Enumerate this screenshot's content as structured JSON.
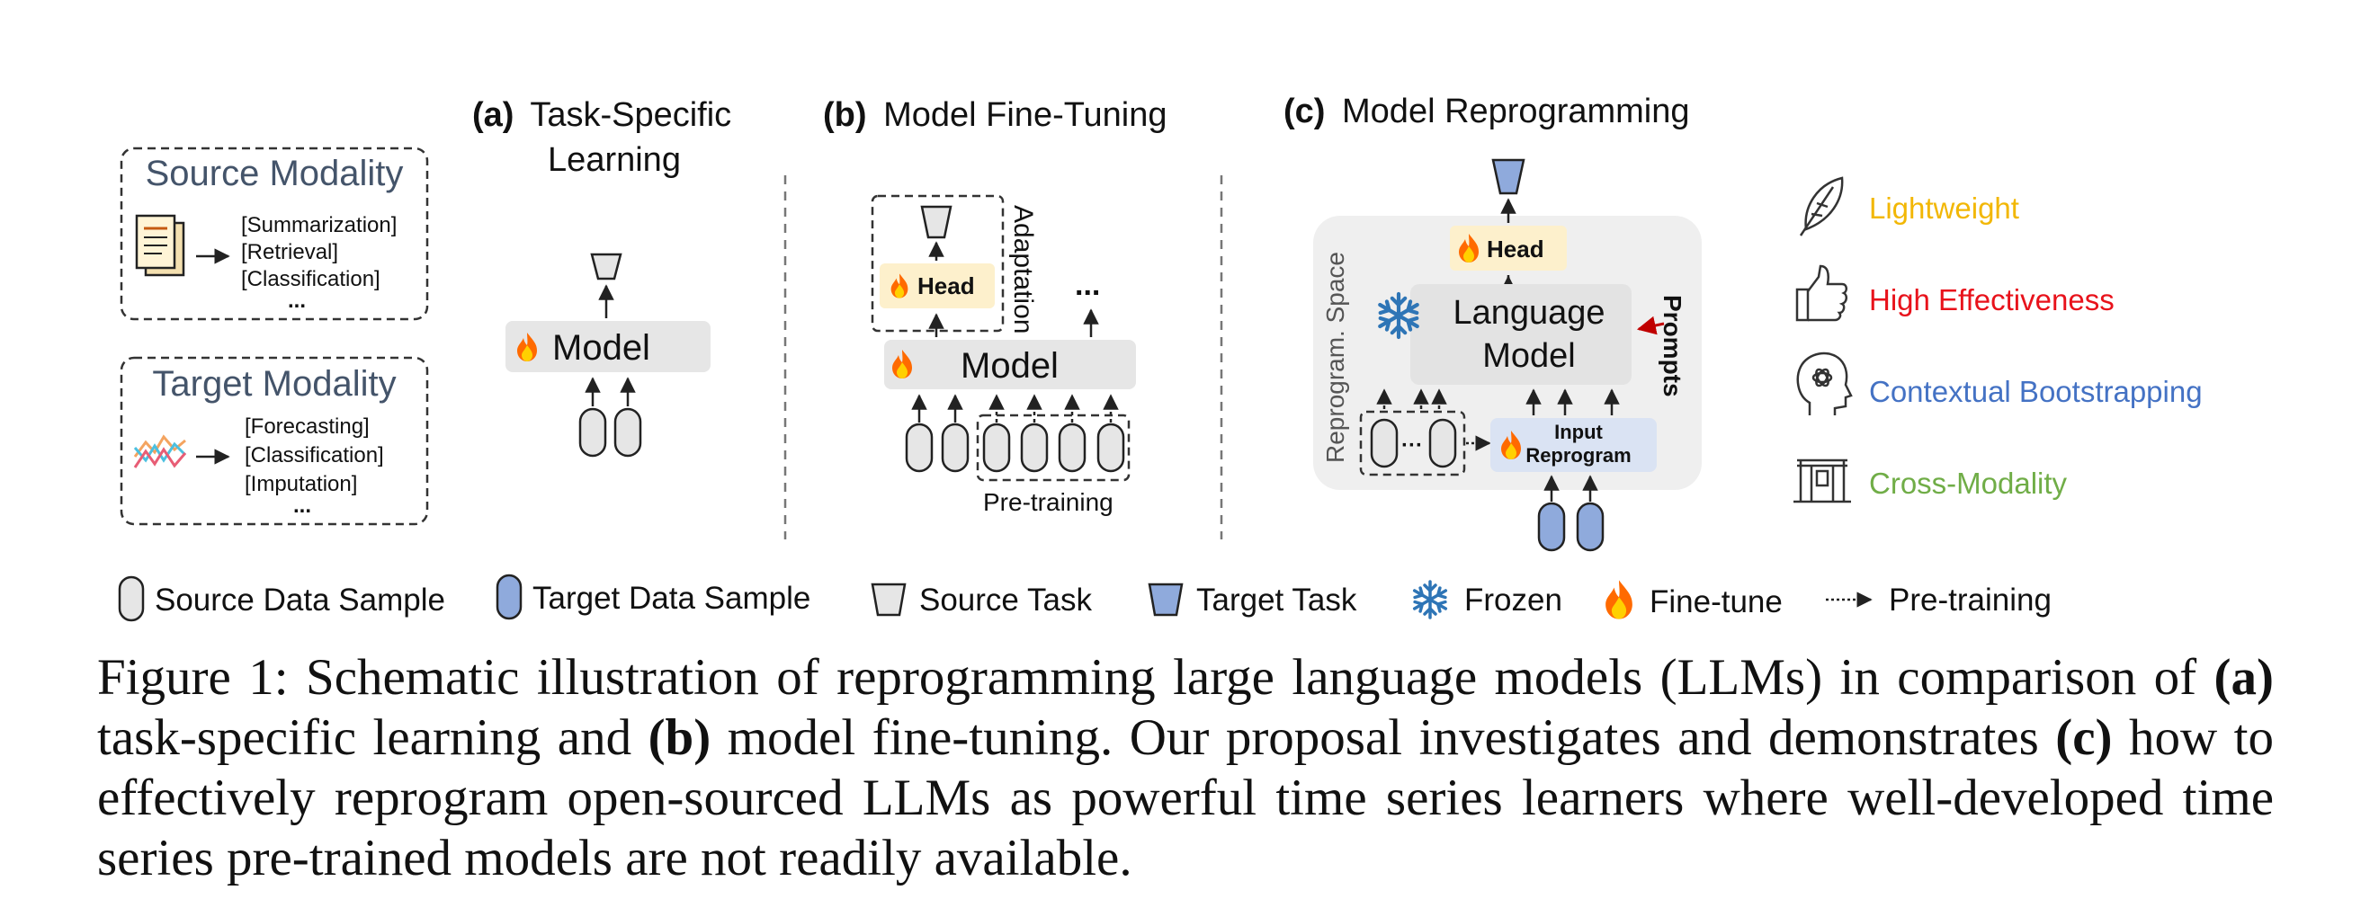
{
  "panels": {
    "modality": {
      "source_title": "Source Modality",
      "source_tasks": [
        "[Summarization]",
        "[Retrieval]",
        "[Classification]",
        "..."
      ],
      "target_title": "Target Modality",
      "target_tasks": [
        "[Forecasting]",
        "[Classification]",
        "[Imputation]",
        "..."
      ]
    },
    "a": {
      "letter": "(a)",
      "title_line1": "Task-Specific",
      "title_line2": "Learning",
      "model_label": "Model"
    },
    "b": {
      "letter": "(b)",
      "title": "Model Fine-Tuning",
      "head_label": "Head",
      "adaptation_label": "Adaptation",
      "model_label": "Model",
      "dots": "...",
      "pretraining_label": "Pre-training"
    },
    "c": {
      "letter": "(c)",
      "title": "Model Reprogramming",
      "head_label": "Head",
      "lm_line1": "Language",
      "lm_line2": "Model",
      "prompts_label": "Prompts",
      "space_label": "Reprogram. Space",
      "input_line1": "Input",
      "input_line2": "Reprogram"
    }
  },
  "properties": [
    {
      "icon": "feather-icon",
      "label": "Lightweight",
      "color": "#f2b705"
    },
    {
      "icon": "thumbs-up-icon",
      "label": "High Effectiveness",
      "color": "#e8121b"
    },
    {
      "icon": "brain-head-icon",
      "label": "Contextual Bootstrapping",
      "color": "#4472c4"
    },
    {
      "icon": "gate-icon",
      "label": "Cross-Modality",
      "color": "#70ad47"
    }
  ],
  "legend": {
    "source_sample": "Source Data Sample",
    "target_sample": "Target Data Sample",
    "source_task": "Source Task",
    "target_task": "Target Task",
    "frozen": "Frozen",
    "finetune": "Fine-tune",
    "pretraining": "Pre-training"
  },
  "caption": {
    "p1": "Figure 1:  Schematic illustration of reprogramming large language models (LLMs) in comparison of ",
    "a": "(a)",
    "p2": " task-specific learning and ",
    "b": "(b)",
    "p3": " model fine-tuning. Our proposal investigates and demonstrates ",
    "c": "(c)",
    "p4": " how to effectively reprogram open-sourced LLMs as powerful time series learners where well-developed time series pre-trained models are not readily available."
  },
  "colors": {
    "modality_title": "#44546a",
    "gray_box": "#e6e6e6",
    "head_fill": "#fdf0cc",
    "input_fill": "#dae3f3",
    "target_blue": "#8faadc",
    "space_bg": "#efefef"
  }
}
